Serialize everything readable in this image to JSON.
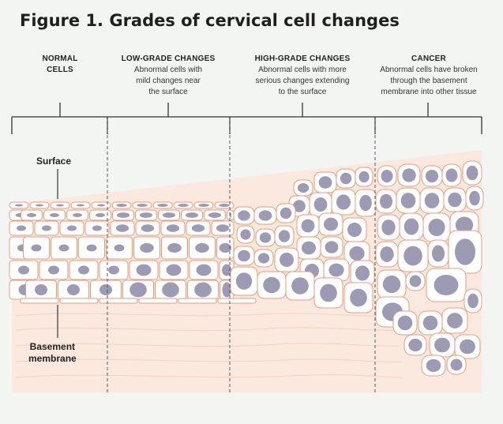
{
  "title": "Figure 1. Grades of cervical cell changes",
  "columns": [
    {
      "heading": "NORMAL",
      "heading2": "CELLS",
      "description": ""
    },
    {
      "heading": "LOW-GRADE CHANGES",
      "description_lines": [
        "Abnormal cells with",
        "mild changes near",
        "the surface"
      ]
    },
    {
      "heading": "HIGH-GRADE CHANGES",
      "description_lines": [
        "Abnormal cells with more",
        "serious changes extending",
        "to the surface"
      ]
    },
    {
      "heading": "CANCER",
      "description_lines": [
        "Abnormal cells have broken",
        "through the basement",
        "membrane into other tissue"
      ]
    }
  ],
  "labels": {
    "surface": "Surface",
    "basement_line1": "Basement",
    "basement_line2": "membrane"
  },
  "colors": {
    "background": "#f3f5f2",
    "tissue": "#fbe8de",
    "cell_fill": "#ffffff",
    "cell_stroke": "#ec9a76",
    "nucleus": "#9d9bb3",
    "line": "#333333"
  }
}
